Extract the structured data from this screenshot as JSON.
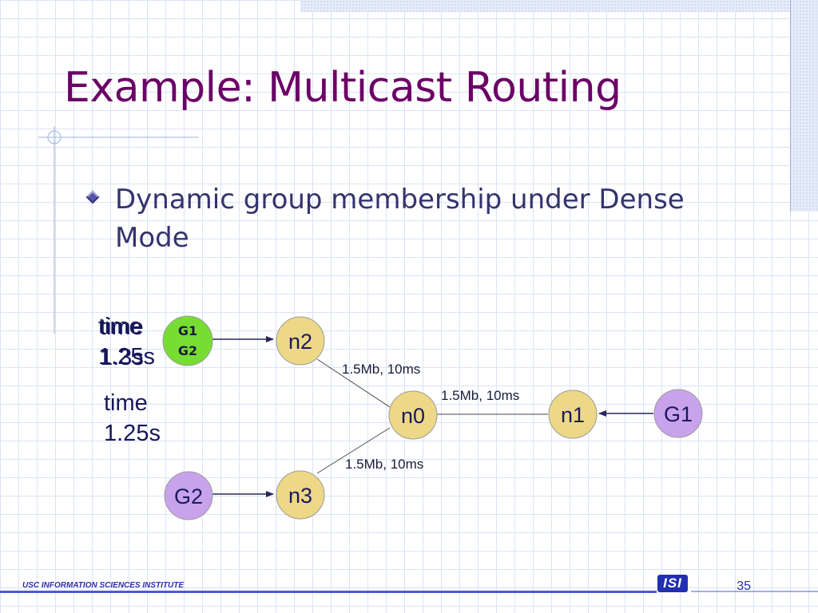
{
  "slide": {
    "title": "Example: Multicast Routing",
    "bullet": "Dynamic group membership under Dense Mode",
    "overlapping_label": {
      "line1": "time",
      "line2a": "1.25s",
      "line2b": "1.3s"
    },
    "time_label": {
      "line1": "time",
      "line2": "1.25s"
    },
    "footer": "USC  INFORMATION SCIENCES INSTITUTE",
    "logo": "ISI",
    "page_number": "35"
  },
  "diagram": {
    "nodes": {
      "g1g2": {
        "line1": "G1",
        "line2": "G2",
        "color": "#77dd33"
      },
      "n2": {
        "label": "n2",
        "color": "#ecd886"
      },
      "n0": {
        "label": "n0",
        "color": "#ecd886"
      },
      "n1": {
        "label": "n1",
        "color": "#ecd886"
      },
      "g1": {
        "label": "G1",
        "color": "#c9a2ec"
      },
      "g2": {
        "label": "G2",
        "color": "#c9a2ec"
      },
      "n3": {
        "label": "n3",
        "color": "#ecd886"
      }
    },
    "links": {
      "n2_n0": "1.5Mb, 10ms",
      "n0_n1": "1.5Mb, 10ms",
      "n3_n0": "1.5Mb, 10ms"
    }
  },
  "colors": {
    "title": "#6b0066",
    "bullet_text": "#33336e",
    "footer": "#2d2db0",
    "grid": "#dbe3f4"
  }
}
